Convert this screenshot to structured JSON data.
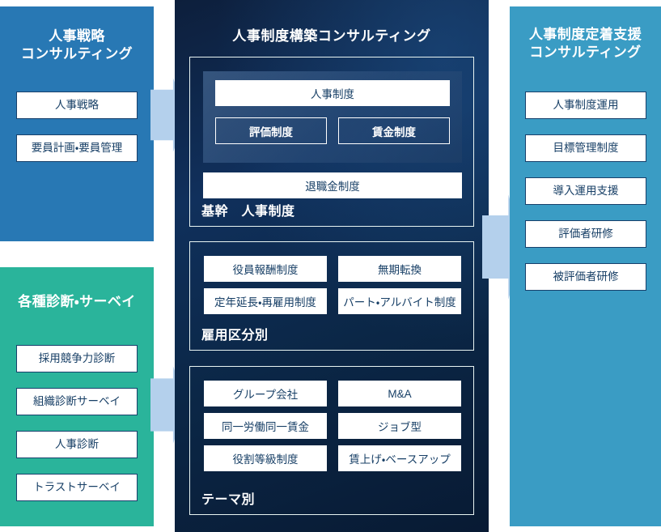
{
  "left_strategy": {
    "title": "人事戦略\nコンサルティング",
    "color": "#2878b4",
    "items": [
      {
        "label": "人事戦略"
      },
      {
        "label": "要員計画・要員管理"
      }
    ]
  },
  "left_survey": {
    "title": "各種診断・サーベイ",
    "color": "#2ab49b",
    "items": [
      {
        "label": "採用競争力診断"
      },
      {
        "label": "組織診断サーベイ"
      },
      {
        "label": "人事診断"
      },
      {
        "label": "トラストサーベイ"
      }
    ]
  },
  "center": {
    "title": "人事制度構築コンサルティング",
    "groups": [
      {
        "label": "基幹　人事制度",
        "highlight_cards": [
          {
            "label": "人事制度",
            "style": "filled"
          },
          {
            "label": "評価制度",
            "style": "outline"
          },
          {
            "label": "賃金制度",
            "style": "outline"
          }
        ],
        "cards": [
          {
            "label": "退職金制度",
            "style": "filled"
          }
        ]
      },
      {
        "label": "雇用区分別",
        "cards": [
          {
            "label": "役員報酬制度",
            "style": "filled"
          },
          {
            "label": "無期転換",
            "style": "filled"
          },
          {
            "label": "定年延長・再雇用制度",
            "style": "filled"
          },
          {
            "label": "パート・アルバイト制度",
            "style": "filled"
          }
        ]
      },
      {
        "label": "テーマ別",
        "cards": [
          {
            "label": "グループ会社",
            "style": "filled"
          },
          {
            "label": "M&A",
            "style": "filled"
          },
          {
            "label": "同一労働同一賃金",
            "style": "filled"
          },
          {
            "label": "ジョブ型",
            "style": "filled"
          },
          {
            "label": "役割等級制度",
            "style": "filled"
          },
          {
            "label": "賃上げ・ベースアップ",
            "style": "filled"
          }
        ]
      }
    ]
  },
  "right_panel": {
    "title": "人事制度定着支援\nコンサルティング",
    "color": "#3a9cc4",
    "items": [
      {
        "label": "人事制度運用"
      },
      {
        "label": "目標管理制度"
      },
      {
        "label": "導入運用支援"
      },
      {
        "label": "評価者研修"
      },
      {
        "label": "被評価者研修"
      }
    ]
  },
  "arrows": {
    "color": "#b4d0ec",
    "top": {
      "name": "arrow-strategy-to-center"
    },
    "bottom": {
      "name": "arrow-survey-to-center"
    },
    "right": {
      "name": "arrow-center-to-support"
    }
  }
}
